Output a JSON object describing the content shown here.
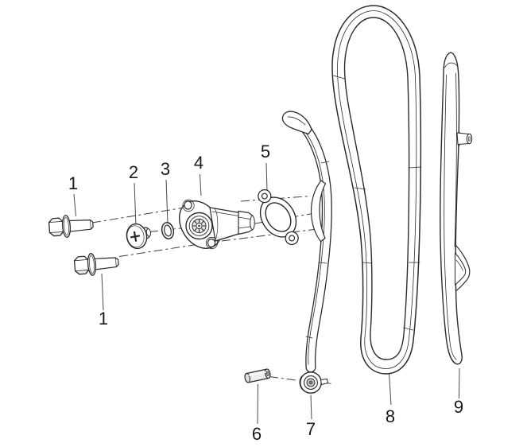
{
  "diagram": {
    "type": "exploded-parts-diagram",
    "colors": {
      "background": "#ffffff",
      "line": "#2b2b2b",
      "label_text": "#1a1a1a",
      "shade": "#e0e0e0"
    },
    "callouts": [
      {
        "label": "1",
        "part": "flange-bolt-upper"
      },
      {
        "label": "2",
        "part": "tensioner-plug-washer"
      },
      {
        "label": "3",
        "part": "o-ring"
      },
      {
        "label": "4",
        "part": "chain-tensioner-body"
      },
      {
        "label": "5",
        "part": "tensioner-gasket"
      },
      {
        "label": "1",
        "part": "flange-bolt-lower"
      },
      {
        "label": "6",
        "part": "dowel-pin"
      },
      {
        "label": "7",
        "part": "chain-guide-tensioner-arm"
      },
      {
        "label": "8",
        "part": "timing-chain"
      },
      {
        "label": "9",
        "part": "chain-guide-rail"
      }
    ]
  }
}
